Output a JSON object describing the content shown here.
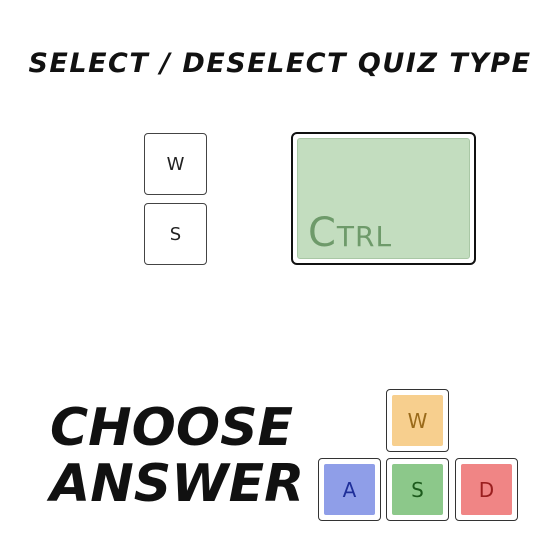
{
  "select_section": {
    "title": "SELECT / DESELECT  QUIZ TYPE",
    "key_up": "W",
    "key_down": "S",
    "modifier_key": "Ctrl",
    "modifier_color": "#c3ddbf"
  },
  "answer_section": {
    "title_line1": "CHOOSE",
    "title_line2": "ANSWER",
    "keys": [
      {
        "label": "W",
        "color": "#f7cf8e",
        "text_color": "#9a6a1a"
      },
      {
        "label": "A",
        "color": "#8f9ee8",
        "text_color": "#1f2f99"
      },
      {
        "label": "S",
        "color": "#8cc88a",
        "text_color": "#1c5a1c"
      },
      {
        "label": "D",
        "color": "#f08585",
        "text_color": "#9a1f1f"
      }
    ]
  }
}
